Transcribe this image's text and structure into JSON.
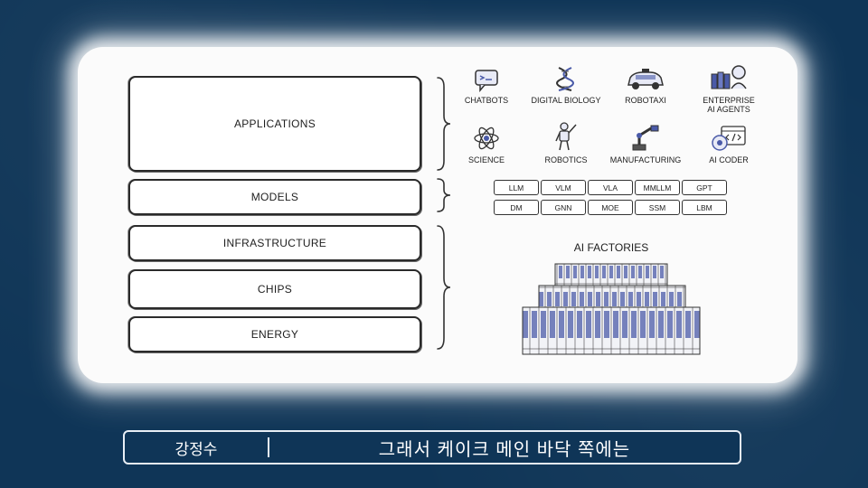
{
  "diagram": {
    "stack": [
      {
        "label": "APPLICATIONS"
      },
      {
        "label": "MODELS"
      },
      {
        "label": "INFRASTRUCTURE"
      },
      {
        "label": "CHIPS"
      },
      {
        "label": "ENERGY"
      }
    ],
    "applications": [
      {
        "label": "CHATBOTS",
        "icon": "chatbot-icon"
      },
      {
        "label": "DIGITAL BIOLOGY",
        "icon": "dna-icon"
      },
      {
        "label": "ROBOTAXI",
        "icon": "robotaxi-icon"
      },
      {
        "label": "ENTERPRISE\nAI AGENTS",
        "icon": "enterprise-agents-icon"
      },
      {
        "label": "SCIENCE",
        "icon": "atom-icon"
      },
      {
        "label": "ROBOTICS",
        "icon": "humanoid-robot-icon"
      },
      {
        "label": "MANUFACTURING",
        "icon": "robot-arm-icon"
      },
      {
        "label": "AI CODER",
        "icon": "code-window-icon"
      }
    ],
    "models": [
      "LLM",
      "VLM",
      "VLA",
      "MMLLM",
      "GPT",
      "DM",
      "GNN",
      "MOE",
      "SSM",
      "LBM"
    ],
    "factories_title": "AI FACTORIES"
  },
  "caption": {
    "speaker": "강정수",
    "text": "그래서 케이크 메인 바닥 쪽에는"
  },
  "colors": {
    "background": "#0f3557",
    "board": "#fbfbfb",
    "server_accent": "#4a5aa8"
  }
}
